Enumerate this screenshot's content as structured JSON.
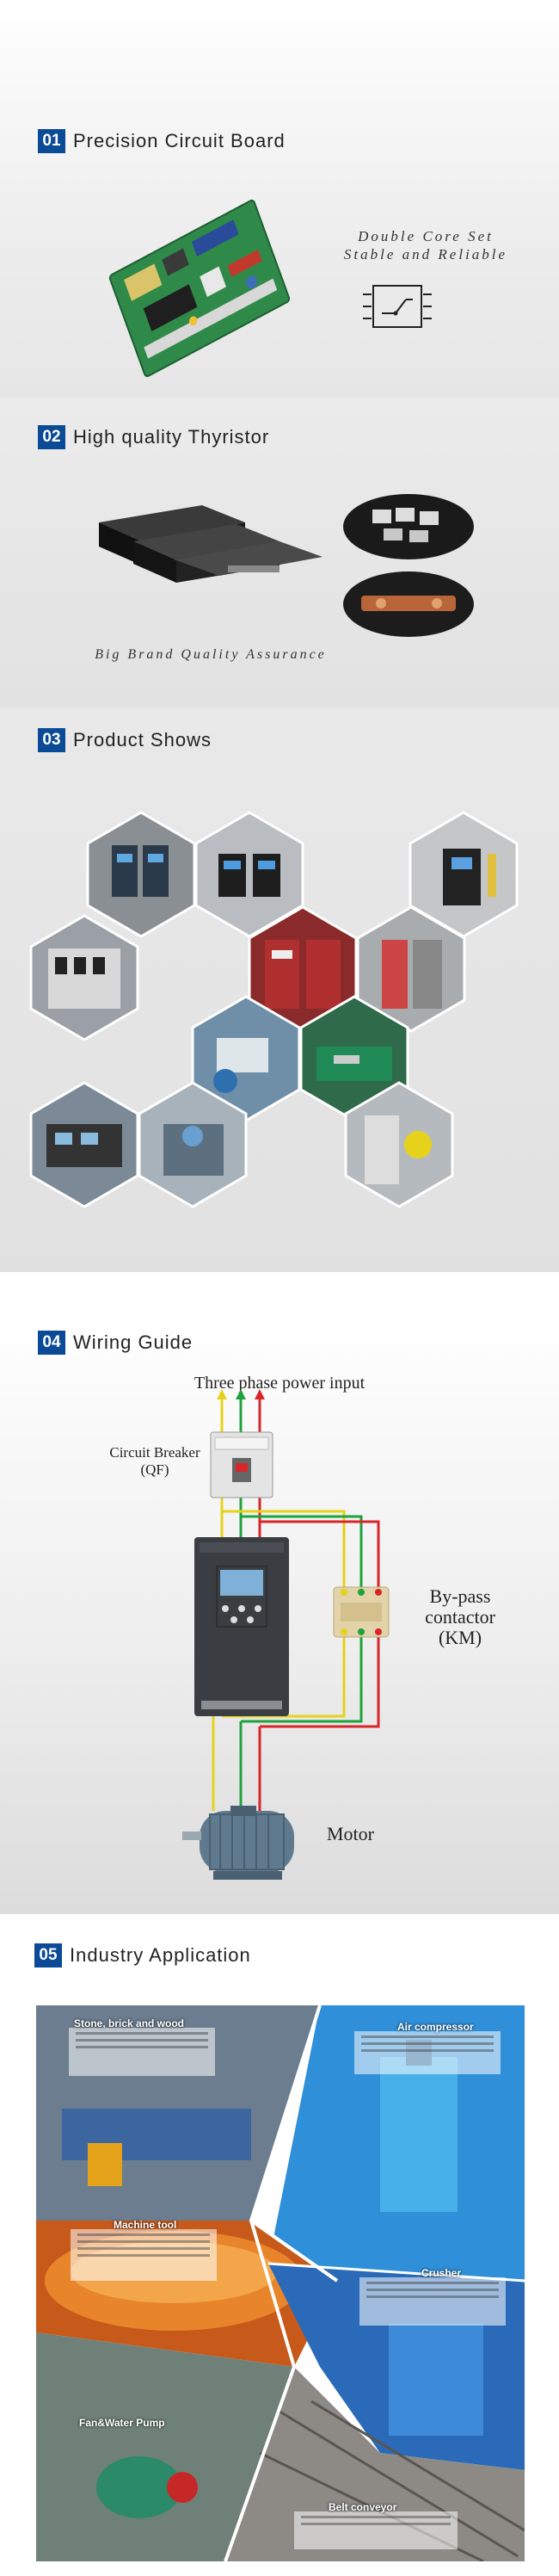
{
  "sections": {
    "circuit": {
      "num": "01",
      "title": "Precision Circuit Board",
      "tagline1": "Double Core Set",
      "tagline2": "Stable and Reliable"
    },
    "thyristor": {
      "num": "02",
      "title": "High quality Thyristor",
      "tagline": "Big Brand Quality Assurance"
    },
    "shows": {
      "num": "03",
      "title": "Product Shows"
    },
    "wiring": {
      "num": "04",
      "title": "Wiring Guide",
      "power_input": "Three phase power input",
      "breaker_1": "Circuit Breaker",
      "breaker_2": "(QF)",
      "bypass_1": "By-pass",
      "bypass_2": "contactor",
      "bypass_3": "(KM)",
      "motor": "Motor"
    },
    "industry": {
      "num": "05",
      "title": "Industry Application",
      "labels": [
        "Stone, brick and wood",
        "Air compressor",
        "Machine tool",
        "Crusher",
        "Fan&Water Pump",
        "Belt conveyor"
      ]
    }
  },
  "colors": {
    "brand_blue": "#0b4a96",
    "wire_yellow": "#e6d21b",
    "wire_green": "#1ea33a",
    "wire_red": "#d8252a"
  }
}
